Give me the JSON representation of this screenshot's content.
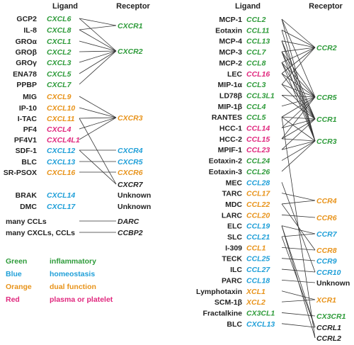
{
  "colors": {
    "inflammatory": "#2e9b3a",
    "homeostasis": "#1f9fd8",
    "dual": "#e8931a",
    "plasma": "#e0287e",
    "black": "#222222"
  },
  "headers": {
    "ligand": "Ligand",
    "receptor": "Receptor"
  },
  "left": {
    "ligands": [
      {
        "name": "GCP2",
        "gene": "CXCL6",
        "c": "inflammatory"
      },
      {
        "name": "IL-8",
        "gene": "CXCL8",
        "c": "inflammatory"
      },
      {
        "name": "GROα",
        "gene": "CXCL1",
        "c": "inflammatory"
      },
      {
        "name": "GROβ",
        "gene": "CXCL2",
        "c": "inflammatory"
      },
      {
        "name": "GROγ",
        "gene": "CXCL3",
        "c": "inflammatory"
      },
      {
        "name": "ENA78",
        "gene": "CXCL5",
        "c": "inflammatory"
      },
      {
        "name": "PPBP",
        "gene": "CXCL7",
        "c": "inflammatory"
      },
      {
        "name": "MIG",
        "gene": "CXCL9",
        "c": "dual"
      },
      {
        "name": "IP-10",
        "gene": "CXCL10",
        "c": "dual"
      },
      {
        "name": "I-TAC",
        "gene": "CXCL11",
        "c": "dual"
      },
      {
        "name": "PF4",
        "gene": "CXCL4",
        "c": "plasma"
      },
      {
        "name": "PF4V1",
        "gene": "CXCL4L1",
        "c": "plasma"
      },
      {
        "name": "SDF-1",
        "gene": "CXCL12",
        "c": "homeostasis"
      },
      {
        "name": "BLC",
        "gene": "CXCL13",
        "c": "homeostasis"
      },
      {
        "name": "SR-PSOX",
        "gene": "CXCL16",
        "c": "dual"
      },
      {
        "name": "BRAK",
        "gene": "CXCL14",
        "c": "homeostasis"
      },
      {
        "name": "DMC",
        "gene": "CXCL17",
        "c": "homeostasis"
      },
      {
        "name": "many CCLs",
        "gene": "",
        "c": "black"
      },
      {
        "name": "many CXCLs, CCLs",
        "gene": "",
        "c": "black"
      }
    ],
    "receptors": [
      {
        "name": "CXCR1",
        "c": "inflammatory"
      },
      {
        "name": "CXCR2",
        "c": "inflammatory"
      },
      {
        "name": "CXCR3",
        "c": "dual"
      },
      {
        "name": "CXCR4",
        "c": "homeostasis"
      },
      {
        "name": "CXCR5",
        "c": "homeostasis"
      },
      {
        "name": "CXCR6",
        "c": "dual"
      },
      {
        "name": "CXCR7",
        "c": "black"
      },
      {
        "name": "Unknown",
        "c": "plain"
      },
      {
        "name": "Unknown",
        "c": "plain"
      },
      {
        "name": "DARC",
        "c": "black"
      },
      {
        "name": "CCBP2",
        "c": "black"
      }
    ]
  },
  "right": {
    "ligands": [
      {
        "name": "MCP-1",
        "gene": "CCL2",
        "c": "inflammatory"
      },
      {
        "name": "Eotaxin",
        "gene": "CCL11",
        "c": "inflammatory"
      },
      {
        "name": "MCP-4",
        "gene": "CCL13",
        "c": "inflammatory"
      },
      {
        "name": "MCP-3",
        "gene": "CCL7",
        "c": "inflammatory"
      },
      {
        "name": "MCP-2",
        "gene": "CCL8",
        "c": "inflammatory"
      },
      {
        "name": "LEC",
        "gene": "CCL16",
        "c": "plasma"
      },
      {
        "name": "MIP-1α",
        "gene": "CCL3",
        "c": "inflammatory"
      },
      {
        "name": "LD78β",
        "gene": "CCL3L1",
        "c": "inflammatory"
      },
      {
        "name": "MIP-1β",
        "gene": "CCL4",
        "c": "inflammatory"
      },
      {
        "name": "RANTES",
        "gene": "CCL5",
        "c": "inflammatory"
      },
      {
        "name": "HCC-1",
        "gene": "CCL14",
        "c": "plasma"
      },
      {
        "name": "HCC-2",
        "gene": "CCL15",
        "c": "plasma"
      },
      {
        "name": "MPIF-1",
        "gene": "CCL23",
        "c": "plasma"
      },
      {
        "name": "Eotaxin-2",
        "gene": "CCL24",
        "c": "inflammatory"
      },
      {
        "name": "Eotaxin-3",
        "gene": "CCL26",
        "c": "inflammatory"
      },
      {
        "name": "MEC",
        "gene": "CCL28",
        "c": "homeostasis"
      },
      {
        "name": "TARC",
        "gene": "CCL17",
        "c": "dual"
      },
      {
        "name": "MDC",
        "gene": "CCL22",
        "c": "dual"
      },
      {
        "name": "LARC",
        "gene": "CCL20",
        "c": "dual"
      },
      {
        "name": "ELC",
        "gene": "CCL19",
        "c": "homeostasis"
      },
      {
        "name": "SLC",
        "gene": "CCL21",
        "c": "homeostasis"
      },
      {
        "name": "I-309",
        "gene": "CCL1",
        "c": "dual"
      },
      {
        "name": "TECK",
        "gene": "CCL25",
        "c": "homeostasis"
      },
      {
        "name": "ILC",
        "gene": "CCL27",
        "c": "homeostasis"
      },
      {
        "name": "PARC",
        "gene": "CCL18",
        "c": "homeostasis"
      },
      {
        "name": "Lymphotaxin",
        "gene": "XCL1",
        "c": "dual"
      },
      {
        "name": "SCM-1β",
        "gene": "XCL2",
        "c": "dual"
      },
      {
        "name": "Fractalkine",
        "gene": "CX3CL1",
        "c": "inflammatory"
      },
      {
        "name": "BLC",
        "gene": "CXCL13",
        "c": "homeostasis"
      }
    ],
    "receptors": [
      {
        "name": "CCR2",
        "c": "inflammatory"
      },
      {
        "name": "CCR5",
        "c": "inflammatory"
      },
      {
        "name": "CCR1",
        "c": "inflammatory"
      },
      {
        "name": "CCR3",
        "c": "inflammatory"
      },
      {
        "name": "CCR4",
        "c": "dual"
      },
      {
        "name": "CCR6",
        "c": "dual"
      },
      {
        "name": "CCR7",
        "c": "homeostasis"
      },
      {
        "name": "CCR8",
        "c": "dual"
      },
      {
        "name": "CCR9",
        "c": "homeostasis"
      },
      {
        "name": "CCR10",
        "c": "homeostasis"
      },
      {
        "name": "Unknown",
        "c": "plain"
      },
      {
        "name": "XCR1",
        "c": "dual"
      },
      {
        "name": "CX3CR1",
        "c": "inflammatory"
      },
      {
        "name": "CCRL1",
        "c": "black"
      },
      {
        "name": "CCRL2",
        "c": "black"
      }
    ]
  },
  "legend": [
    {
      "color_word": "Green",
      "meaning": "inflammatory",
      "c": "inflammatory"
    },
    {
      "color_word": "Blue",
      "meaning": "homeostasis",
      "c": "homeostasis"
    },
    {
      "color_word": "Orange",
      "meaning": "dual function",
      "c": "dual"
    },
    {
      "color_word": "Red",
      "meaning": "plasma or platelet",
      "c": "plasma"
    }
  ],
  "edges": {
    "left": [
      [
        0,
        0
      ],
      [
        1,
        0
      ],
      [
        0,
        1
      ],
      [
        1,
        1
      ],
      [
        2,
        1
      ],
      [
        3,
        1
      ],
      [
        4,
        1
      ],
      [
        5,
        1
      ],
      [
        6,
        1
      ],
      [
        7,
        2
      ],
      [
        8,
        2
      ],
      [
        9,
        2
      ],
      [
        10,
        2
      ],
      [
        11,
        2
      ],
      [
        12,
        3
      ],
      [
        13,
        4
      ],
      [
        14,
        5
      ],
      [
        12,
        6
      ],
      [
        9,
        6
      ]
    ],
    "right": [
      [
        0,
        0
      ],
      [
        1,
        0
      ],
      [
        2,
        0
      ],
      [
        3,
        0
      ],
      [
        4,
        0
      ],
      [
        5,
        0
      ],
      [
        6,
        0
      ],
      [
        0,
        1
      ],
      [
        3,
        1
      ],
      [
        4,
        1
      ],
      [
        6,
        1
      ],
      [
        7,
        1
      ],
      [
        8,
        1
      ],
      [
        9,
        1
      ],
      [
        10,
        1
      ],
      [
        11,
        1
      ],
      [
        5,
        1
      ],
      [
        2,
        2
      ],
      [
        3,
        2
      ],
      [
        4,
        2
      ],
      [
        6,
        2
      ],
      [
        7,
        2
      ],
      [
        9,
        2
      ],
      [
        10,
        2
      ],
      [
        11,
        2
      ],
      [
        12,
        2
      ],
      [
        5,
        2
      ],
      [
        1,
        3
      ],
      [
        2,
        3
      ],
      [
        3,
        3
      ],
      [
        4,
        3
      ],
      [
        9,
        3
      ],
      [
        11,
        3
      ],
      [
        13,
        3
      ],
      [
        14,
        3
      ],
      [
        12,
        3
      ],
      [
        0,
        3
      ],
      [
        16,
        4
      ],
      [
        17,
        4
      ],
      [
        18,
        5
      ],
      [
        19,
        6
      ],
      [
        20,
        6
      ],
      [
        21,
        7
      ],
      [
        17,
        7
      ],
      [
        22,
        8
      ],
      [
        23,
        9
      ],
      [
        15,
        9
      ],
      [
        24,
        10
      ],
      [
        25,
        11
      ],
      [
        26,
        11
      ],
      [
        27,
        12
      ],
      [
        28,
        13
      ],
      [
        19,
        13
      ],
      [
        20,
        13
      ],
      [
        9,
        14
      ],
      [
        19,
        14
      ]
    ]
  }
}
